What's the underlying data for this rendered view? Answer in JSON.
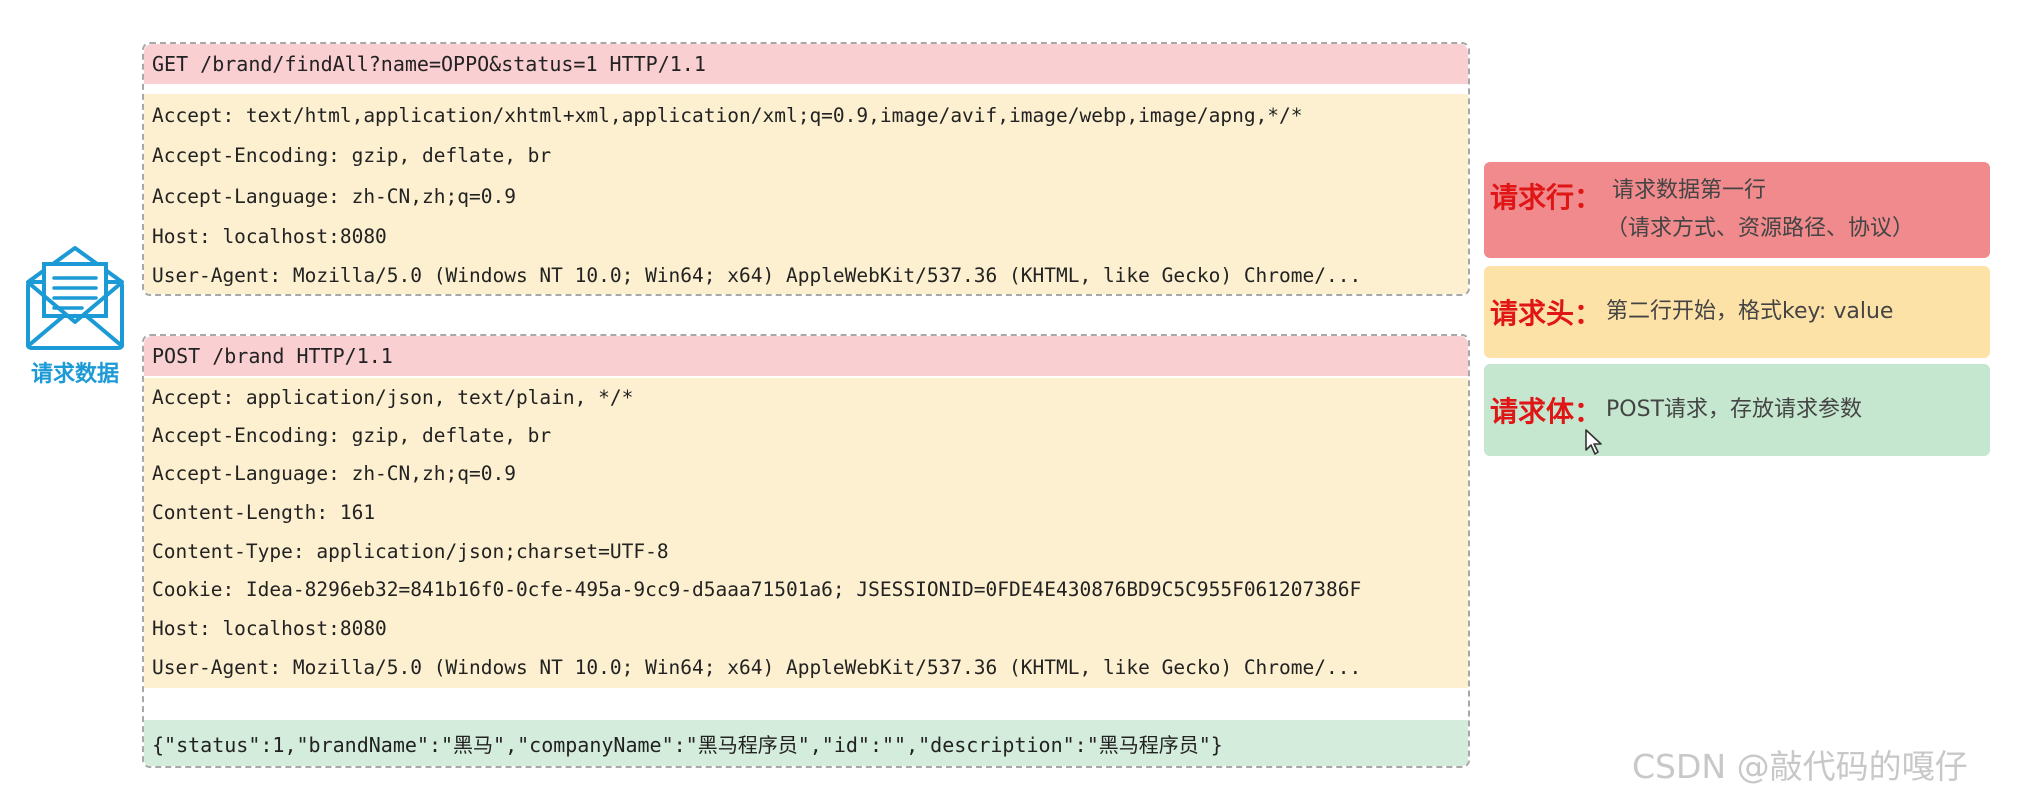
{
  "icon": {
    "name": "mail-envelope-icon",
    "color": "#1c9ad6",
    "label": "请求数据"
  },
  "get_request": {
    "request_line": "GET /brand/findAll?name=OPPO&status=1 HTTP/1.1",
    "headers": [
      "Accept: text/html,application/xhtml+xml,application/xml;q=0.9,image/avif,image/webp,image/apng,*/*",
      "Accept-Encoding: gzip, deflate, br",
      "Accept-Language: zh-CN,zh;q=0.9",
      "Host: localhost:8080",
      "User-Agent: Mozilla/5.0 (Windows NT 10.0; Win64; x64) AppleWebKit/537.36 (KHTML, like Gecko) Chrome/..."
    ]
  },
  "post_request": {
    "request_line": "POST /brand HTTP/1.1",
    "headers": [
      "Accept: application/json, text/plain, */*",
      "Accept-Encoding: gzip, deflate, br",
      "Accept-Language: zh-CN,zh;q=0.9",
      "Content-Length: 161",
      "Content-Type: application/json;charset=UTF-8",
      "Cookie: Idea-8296eb32=841b16f0-0cfe-495a-9cc9-d5aaa71501a6; JSESSIONID=0FDE4E430876BD9C5C955F061207386F",
      "Host: localhost:8080",
      "User-Agent: Mozilla/5.0 (Windows NT 10.0; Win64; x64) AppleWebKit/537.36 (KHTML, like Gecko) Chrome/..."
    ],
    "body": "{\"status\":1,\"brandName\":\"黑马\",\"companyName\":\"黑马程序员\",\"id\":\"\",\"description\":\"黑马程序员\"}"
  },
  "legend": {
    "request_line": {
      "title": "请求行：",
      "desc_line1": "请求数据第一行",
      "desc_line2": "（请求方式、资源路径、协议）"
    },
    "request_header": {
      "title": "请求头：",
      "desc": "第二行开始，格式key: value"
    },
    "request_body": {
      "title": "请求体：",
      "desc": "POST请求，存放请求参数"
    }
  },
  "colors": {
    "request_line_bg": "#f9cfd2",
    "header_bg": "#fdf0d0",
    "body_bg": "#d4ecdc",
    "legend_line_bg": "#f08a8c",
    "legend_head_bg": "#fde2a8",
    "legend_body_bg": "#c5e7cf",
    "legend_title": "#e01515"
  },
  "watermark": "CSDN @敲代码的嘎仔"
}
